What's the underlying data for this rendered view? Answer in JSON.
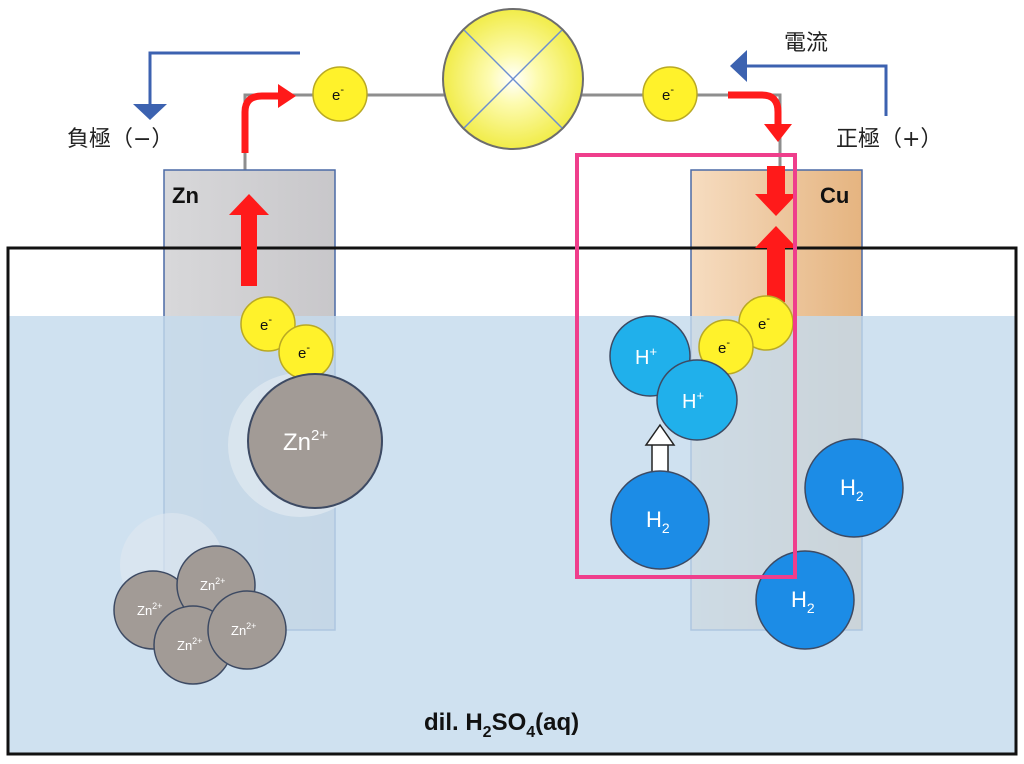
{
  "labels": {
    "negative": "負極（−）",
    "positive": "正極（+）",
    "current": "電流",
    "zn": "Zn",
    "cu": "Cu",
    "solution": "dil. H",
    "solution_sub1": "2",
    "solution_mid": "SO",
    "solution_sub2": "4",
    "solution_end": "(aq)"
  },
  "electron": {
    "base": "e",
    "sup": "-"
  },
  "zinc_ion": {
    "base": "Zn",
    "sup": "2+"
  },
  "hydrogen_ion": {
    "base": "H",
    "sup": "+"
  },
  "hydrogen_molecule": {
    "base": "H",
    "sub": "2"
  },
  "colors": {
    "zinc_plate": "#d3d2d4",
    "copper_plate": "#f0cfa6",
    "solution": "#c6dced",
    "arrow_red": "#ff1a1a",
    "current_arrow": "#3c62b0",
    "highlight_box": "#ef3e8c",
    "electron": "#fff22b",
    "zinc_ion": "#a29b96",
    "h_ion": "#20b0eb",
    "h2": "#1c8ce6"
  }
}
